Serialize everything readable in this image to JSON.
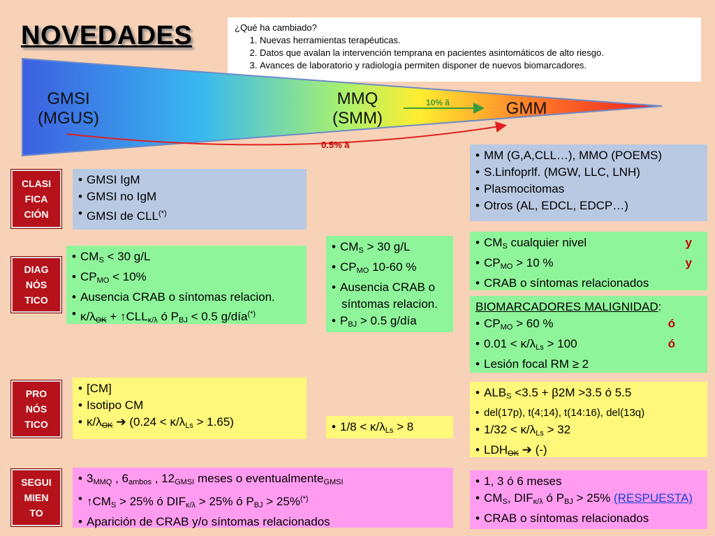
{
  "title": "NOVEDADES",
  "changes": {
    "heading": "¿Qué ha cambiado?",
    "items": [
      "Nuevas herramientas terapéuticas.",
      "Datos que avalan la intervención temprana en pacientes asintomáticos de alto riesgo.",
      "Avances de laboratorio y radiología permiten disponer de nuevos biomarcadores."
    ]
  },
  "stages": {
    "gmsi": "GMSI",
    "gmsi_sub": "(MGUS)",
    "mmq": "MMQ",
    "mmq_sub": "(SMM)",
    "gmm": "GMM"
  },
  "arrows": {
    "ten": "10% ã",
    "half": "0.5% ã"
  },
  "side_labels": {
    "clasificacion": [
      "CLASI",
      "FICA",
      "CIÓN"
    ],
    "diagnostico": [
      "DIAG",
      "NÓS",
      "TICO"
    ],
    "pronostico": [
      "PRO",
      "NÓS",
      "TICO"
    ],
    "seguimiento": [
      "SEGUI",
      "MIEN",
      "TO"
    ]
  },
  "clasificacion": {
    "gmsi": [
      "GMSI IgM",
      "GMSI no IgM",
      "GMSI de CLL"
    ],
    "gmsi_sup": "(*)",
    "gmm": [
      "MM (G,A,CLL…), MMO (POEMS)",
      "S.Linfoprlf. (MGW, LLC, LNH)",
      "Plasmocitomas",
      "Otros (AL, EDCL, EDCP…)"
    ]
  },
  "diagnostico": {
    "gmsi": {
      "l1a": "CM",
      "l1s": "S",
      "l1b": "  < 30 g/L",
      "l2a": "CP",
      "l2s": "MO",
      "l2b": " < 10%",
      "l3": "Ausencia CRAB o síntomas relacion.",
      "l4a": "κ/λ",
      "l4b": "OK",
      "l4c": " + ↑CLL",
      "l4d": "κ/λ",
      "l4e": " ó P",
      "l4f": "BJ",
      "l4g": " < 0.5 g/día",
      "l4h": "(*)"
    },
    "mmq": {
      "l1a": "CM",
      "l1s": "S",
      "l1b": "  > 30 g/L",
      "l2a": "CP",
      "l2s": "MO",
      "l2b": " 10-60 %",
      "l3a": "Ausencia CRAB   o",
      "l3b": "síntomas relacion.",
      "l4a": "P",
      "l4s": "BJ",
      "l4b": " > 0.5 g/día"
    },
    "gmm": {
      "l1a": "CM",
      "l1s": "S",
      "l1b": " cualquier nivel",
      "l2a": "CP",
      "l2s": "MO",
      "l2b": "  > 10 %",
      "l3": "CRAB o síntomas relacionados",
      "flag": "y"
    },
    "biomarcadores": {
      "heading": "BIOMARCADORES  MALIGNIDAD",
      "colon": ":",
      "l1a": "CP",
      "l1s": "MO",
      "l1b": " > 60 %",
      "l2a": "0.01 < κ/λ",
      "l2s": "Ls",
      "l2b": " > 100",
      "l3": "Lesión focal RM ≥ 2",
      "flag": "ó"
    }
  },
  "pronostico": {
    "gmsi": {
      "l1": "[CM]",
      "l2": "Isotipo CM",
      "l3a": "κ/λ",
      "l3b": "OK",
      "l3c": "  ➔  (0.24 < κ/λ",
      "l3d": "Ls",
      "l3e": " > 1.65)"
    },
    "mmq": {
      "a": "1/8 < κ/λ",
      "s": "Ls",
      "b": " > 8"
    },
    "gmm": {
      "l1a": "ALB",
      "l1s": "S",
      "l1b": " <3.5    +    β2M >3.5 ó 5.5",
      "l2": "del(17p), t(4;14), t(14:16), del(13q)",
      "l3a": "1/32 < κ/λ",
      "l3s": "Ls",
      "l3b": " > 32",
      "l4a": "LDH",
      "l4s": "OK",
      "l4b": "  ➔  (-)"
    }
  },
  "seguimiento": {
    "gmsi": {
      "l1a": "3",
      "l1b": "MMQ",
      "l1c": " , 6",
      "l1d": "ambos",
      "l1e": " , 12",
      "l1f": "GMSI",
      "l1g": "  meses  o  eventualmente",
      "l1h": "GMSI",
      "l2a": "↑CM",
      "l2s": "S",
      "l2b": " > 25%   ó   DIF",
      "l2c": "κ/λ",
      "l2d": " > 25%   ó   P",
      "l2e": "BJ",
      "l2f": " > 25%",
      "l2g": "(*)",
      "l3": "Aparición de CRAB y/o síntomas relacionados"
    },
    "gmm": {
      "l1": "1, 3 ó 6 meses",
      "l2a": "CM",
      "l2s": "S",
      "l2b": ", DIF",
      "l2c": "κ/λ",
      "l2d": " ó P",
      "l2e": "BJ",
      "l2f": " > 25% ",
      "l2g": "(RESPUESTA)",
      "l3": "CRAB o síntomas relacionados"
    }
  },
  "colors": {
    "background": "#f7d2b6",
    "side_label": "#b5121b",
    "flag": "#c00000",
    "link": "#1a3fd6"
  }
}
